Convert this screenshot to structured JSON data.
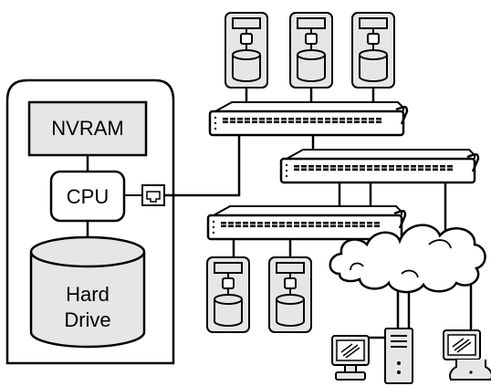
{
  "server": {
    "nvram_label": "NVRAM",
    "cpu_label": "CPU",
    "drive_label_line1": "Hard",
    "drive_label_line2": "Drive"
  },
  "colors": {
    "stroke": "#000000",
    "panel_fill": "#e6e6e6",
    "bg": "#ffffff"
  },
  "icons": [
    "network-port-icon",
    "network-switch-icon",
    "storage-node-icon",
    "cloud-icon",
    "monitor-icon",
    "tower-pc-icon"
  ]
}
